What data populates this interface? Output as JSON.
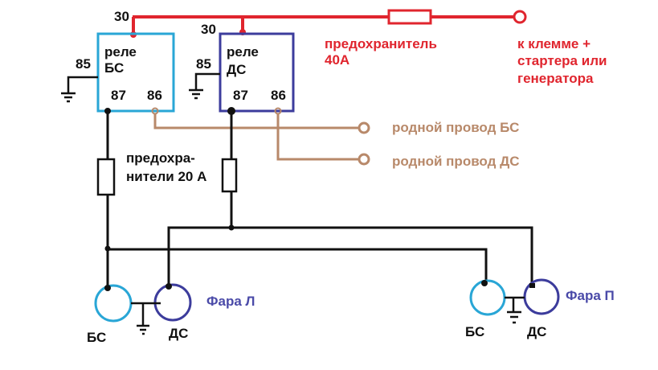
{
  "colors": {
    "power_line": "#e0252e",
    "ground_line": "#111111",
    "relay_bs_border": "#29a6d6",
    "relay_ds_border": "#3c3c9c",
    "control_wire": "#b8896a",
    "lamp_bs": "#29a6d6",
    "lamp_ds": "#3c3c9c",
    "label_blue": "#4a4aa8"
  },
  "relays": [
    {
      "id": "bs",
      "title_line1": "реле",
      "title_line2": "БС",
      "pins": {
        "p30": "30",
        "p85": "85",
        "p87": "87",
        "p86": "86"
      }
    },
    {
      "id": "ds",
      "title_line1": "реле",
      "title_line2": "ДС",
      "pins": {
        "p30": "30",
        "p85": "85",
        "p87": "87",
        "p86": "86"
      }
    }
  ],
  "main_fuse": {
    "label_line1": "предохранитель",
    "label_line2": "40А"
  },
  "battery_terminal": {
    "label_line1": "к клемме +",
    "label_line2": "стартера или",
    "label_line3": "генератора"
  },
  "control_wires": [
    {
      "label": "родной провод БС"
    },
    {
      "label": "родной провод ДС"
    }
  ],
  "branch_fuses": {
    "label_line1": "предохра-",
    "label_line2": "нители 20 А"
  },
  "headlights": [
    {
      "name": "Фара Л",
      "low_beam_label": "БС",
      "high_beam_label": "ДС"
    },
    {
      "name": "Фара П",
      "low_beam_label": "БС",
      "high_beam_label": "ДС"
    }
  ]
}
